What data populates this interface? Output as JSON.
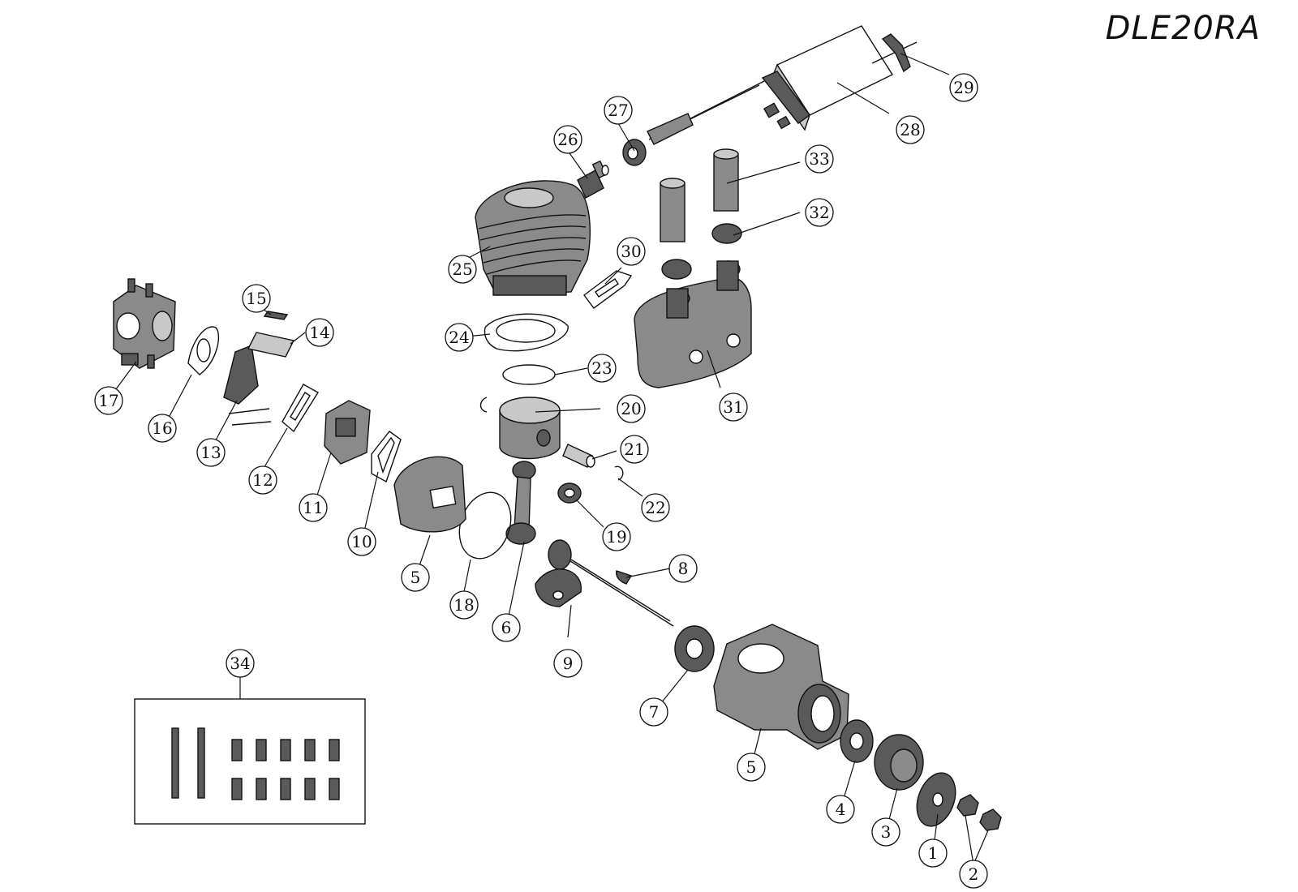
{
  "title": "DLE20RA",
  "callouts": [
    {
      "id": "1",
      "label": "1"
    },
    {
      "id": "2",
      "label": "2"
    },
    {
      "id": "3",
      "label": "3"
    },
    {
      "id": "4",
      "label": "4"
    },
    {
      "id": "5a",
      "label": "5"
    },
    {
      "id": "5b",
      "label": "5"
    },
    {
      "id": "6",
      "label": "6"
    },
    {
      "id": "7",
      "label": "7"
    },
    {
      "id": "8",
      "label": "8"
    },
    {
      "id": "9",
      "label": "9"
    },
    {
      "id": "10",
      "label": "10"
    },
    {
      "id": "11",
      "label": "11"
    },
    {
      "id": "12",
      "label": "12"
    },
    {
      "id": "13",
      "label": "13"
    },
    {
      "id": "14",
      "label": "14"
    },
    {
      "id": "15",
      "label": "15"
    },
    {
      "id": "16",
      "label": "16"
    },
    {
      "id": "17",
      "label": "17"
    },
    {
      "id": "18",
      "label": "18"
    },
    {
      "id": "19",
      "label": "19"
    },
    {
      "id": "20",
      "label": "20"
    },
    {
      "id": "21",
      "label": "21"
    },
    {
      "id": "22",
      "label": "22"
    },
    {
      "id": "23",
      "label": "23"
    },
    {
      "id": "24",
      "label": "24"
    },
    {
      "id": "25",
      "label": "25"
    },
    {
      "id": "26",
      "label": "26"
    },
    {
      "id": "27",
      "label": "27"
    },
    {
      "id": "28",
      "label": "28"
    },
    {
      "id": "29",
      "label": "29"
    },
    {
      "id": "30",
      "label": "30"
    },
    {
      "id": "31",
      "label": "31"
    },
    {
      "id": "32",
      "label": "32"
    },
    {
      "id": "33",
      "label": "33"
    },
    {
      "id": "34",
      "label": "34"
    }
  ]
}
